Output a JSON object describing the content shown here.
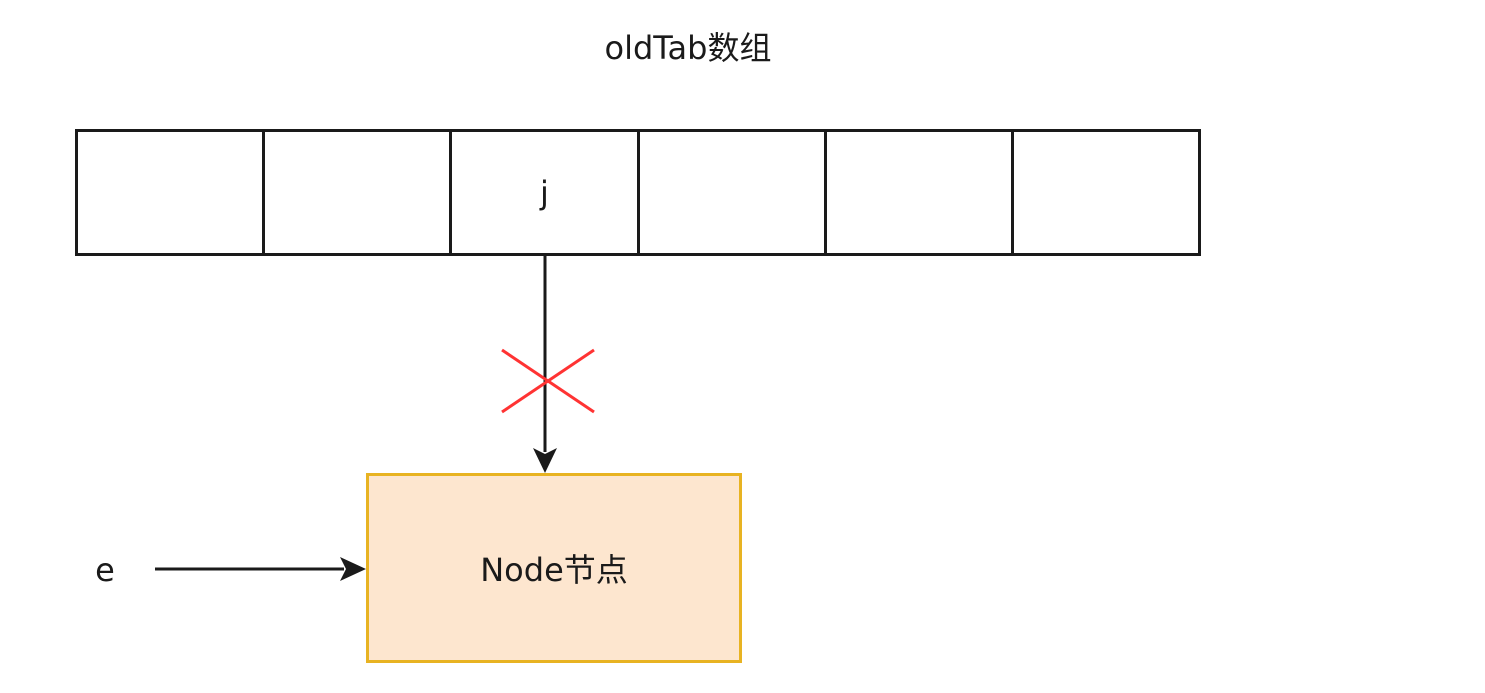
{
  "diagram": {
    "title": "oldTab数组",
    "array": {
      "cells": [
        "",
        "",
        "j",
        "",
        "",
        ""
      ]
    },
    "node": {
      "label": "Node节点"
    },
    "pointer": {
      "label": "e"
    },
    "colors": {
      "stroke": "#1a1a1a",
      "node_fill": "#fde6cf",
      "node_border": "#e8b322",
      "cross": "#ff3333"
    }
  }
}
